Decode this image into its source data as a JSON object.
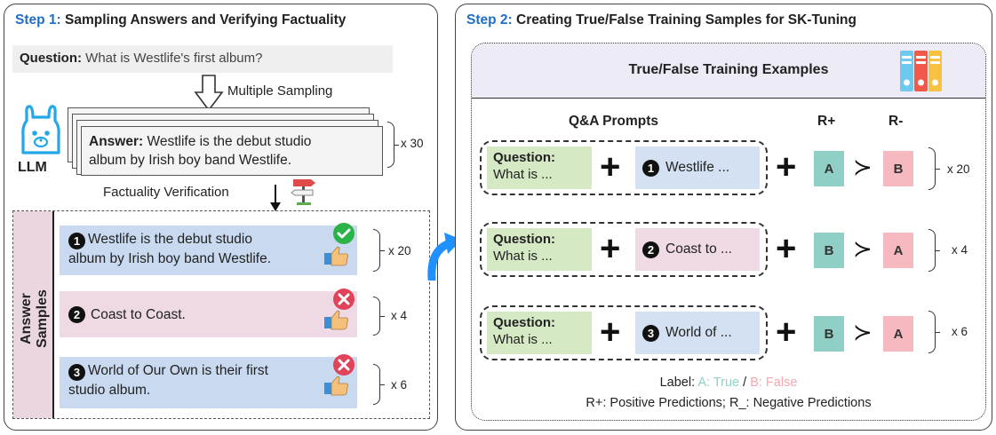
{
  "step1": {
    "step_label": "Step 1:",
    "title": "Sampling Answers and Verifying Factuality",
    "question_label": "Question:",
    "question_text": "What is Westlife's first album?",
    "multiple_sampling": "Multiple Sampling",
    "llm_label": "LLM",
    "answer_label": "Answer:",
    "answer_text_1": "Westlife is the debut studio",
    "answer_text_2": "album by Irish boy band Westlife.",
    "sample_count": "x 30",
    "factuality_verification": "Factuality Verification",
    "answer_samples_label": "Answer Samples",
    "samples": [
      {
        "num": "1",
        "line1": "Westlife is the debut studio",
        "line2": "album by Irish boy band Westlife.",
        "count": "x 20",
        "verdict": "correct"
      },
      {
        "num": "2",
        "line1": "Coast to Coast.",
        "line2": "",
        "count": "x 4",
        "verdict": "incorrect"
      },
      {
        "num": "3",
        "line1": "World of Our Own is their first",
        "line2": "studio album.",
        "count": "x 6",
        "verdict": "incorrect"
      }
    ]
  },
  "step2": {
    "step_label": "Step 2:",
    "title": "Creating True/False Training Samples for SK-Tuning",
    "examples_title": "True/False Training Examples",
    "qa_prompts_header": "Q&A Prompts",
    "r_plus_header": "R+",
    "r_minus_header": "R-",
    "rows": [
      {
        "question_label": "Question:",
        "question_text": "What is ...",
        "num": "1",
        "answer": "Westlife ...",
        "r_plus": "A",
        "r_minus": "B",
        "count": "x 20"
      },
      {
        "question_label": "Question:",
        "question_text": "What is ...",
        "num": "2",
        "answer": "Coast to ...",
        "r_plus": "B",
        "r_minus": "A",
        "count": "x 4"
      },
      {
        "question_label": "Question:",
        "question_text": "What is ...",
        "num": "3",
        "answer": "World of ...",
        "r_plus": "B",
        "r_minus": "A",
        "count": "x 6"
      }
    ],
    "label_prefix": "Label: ",
    "label_true": "A: True",
    "label_sep": " / ",
    "label_false": "B: False",
    "footer_line": "R+: Positive Predictions; R_: Negative Predictions"
  },
  "colors": {
    "step_blue": "#1f6fc5",
    "answer_blue": "#c9daf0",
    "answer_pink": "#eed9e5",
    "question_green": "#d5e9c4",
    "r_true_teal": "#8fcfc6",
    "r_false_pink": "#f7b9c0",
    "check_green": "#2bb34a",
    "cross_red": "#e0435a"
  }
}
